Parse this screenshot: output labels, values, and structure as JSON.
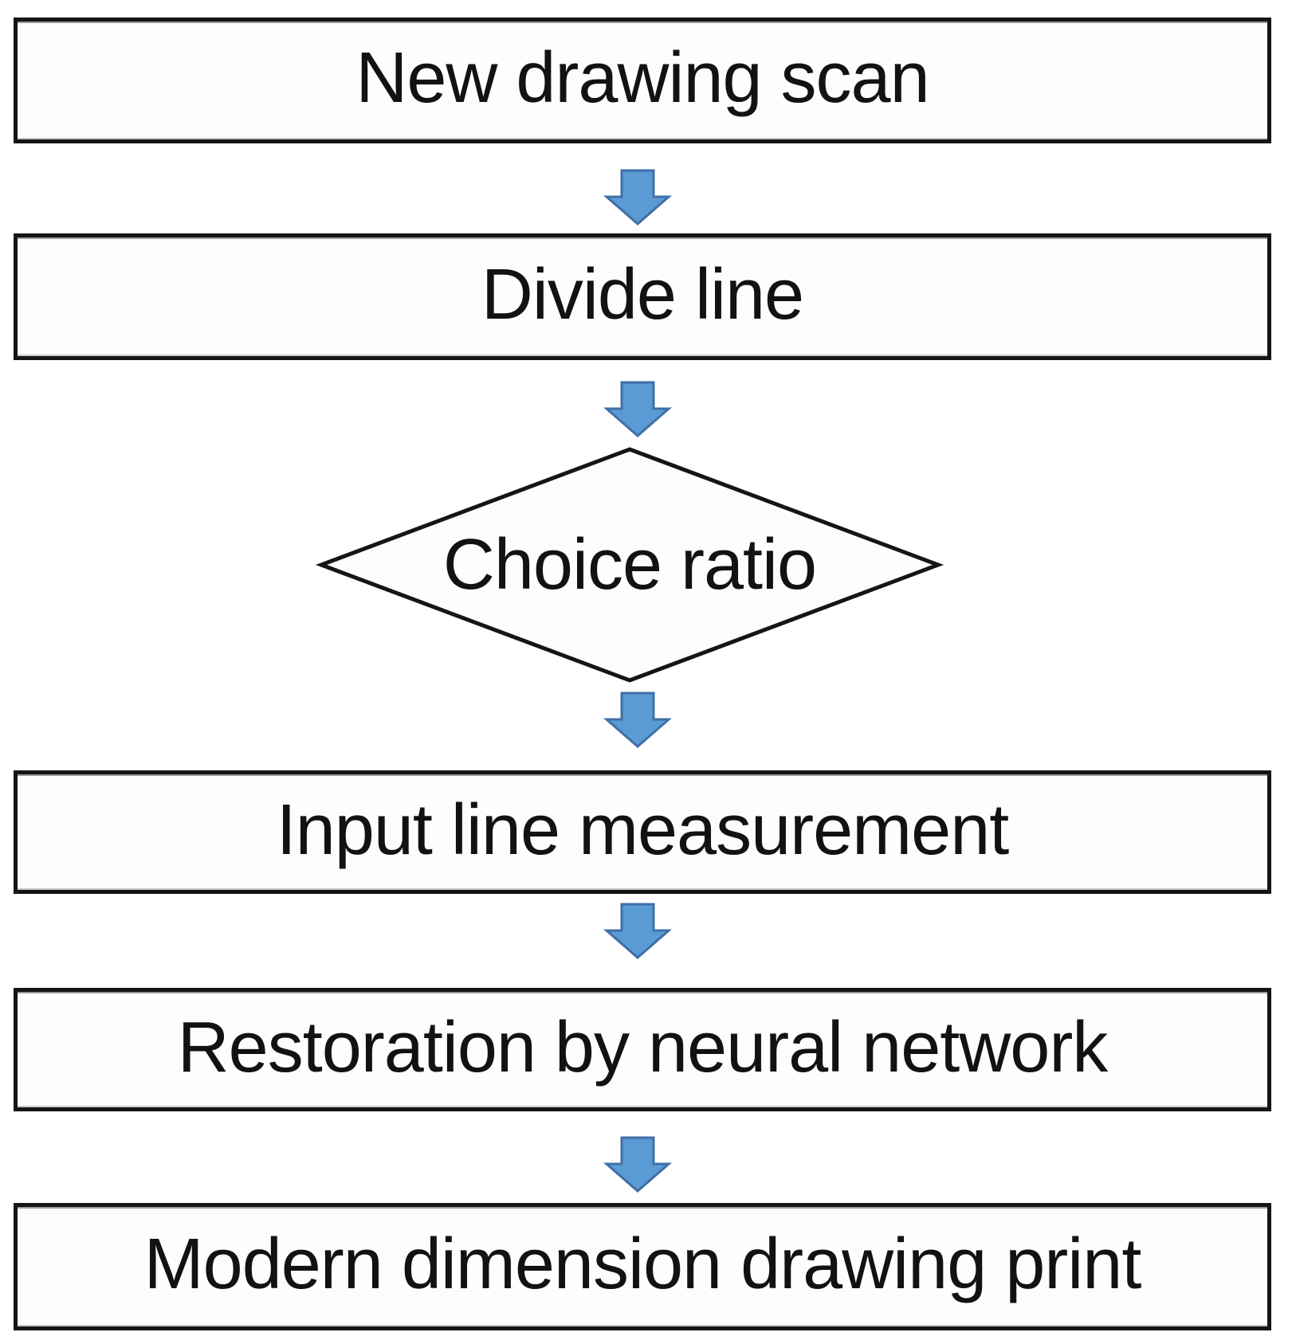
{
  "flowchart": {
    "title": "drawing restoration process flowchart",
    "steps": [
      {
        "id": "new-drawing-scan",
        "shape": "rectangle",
        "label": "New drawing scan"
      },
      {
        "id": "divide-line",
        "shape": "rectangle",
        "label": "Divide line"
      },
      {
        "id": "choice-ratio",
        "shape": "diamond",
        "label": "Choice ratio"
      },
      {
        "id": "input-line-measurement",
        "shape": "rectangle",
        "label": "Input line measurement"
      },
      {
        "id": "restoration-by-neural-network",
        "shape": "rectangle",
        "label": "Restoration by neural network"
      },
      {
        "id": "modern-dimension-drawing-print",
        "shape": "rectangle",
        "label": "Modern dimension drawing print"
      }
    ],
    "connector": "down-arrow",
    "connector_count": 5
  },
  "colors": {
    "arrow_fill": "#5b9bd5",
    "arrow_border": "#3f6fa5",
    "shape_border": "#151515",
    "shape_fill": "#fdfdfd",
    "text": "#121212",
    "background": "#ffffff"
  }
}
